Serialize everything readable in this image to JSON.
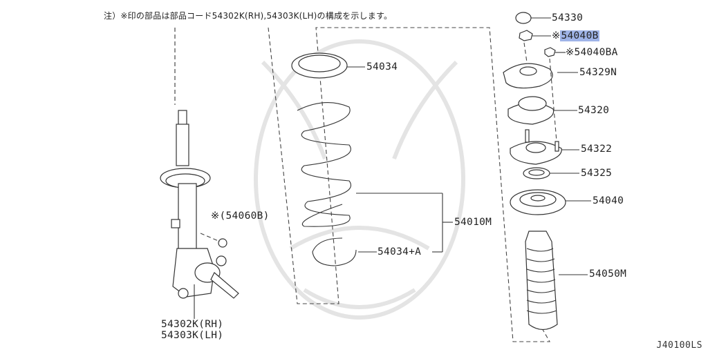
{
  "note": "注）※印の部品は部品コード54302K(RH),54303K(LH)の構成を示します。",
  "parts": {
    "p54330": "54330",
    "p54040b_prefix": "※",
    "p54040b": "54040B",
    "p54040ba": "※54040BA",
    "p54329n": "54329N",
    "p54320": "54320",
    "p54322": "54322",
    "p54325": "54325",
    "p54040": "54040",
    "p54050m": "54050M",
    "p54034": "54034",
    "p54010m": "54010M",
    "p54034a": "54034+A",
    "p54060b": "※(54060B)",
    "p54302k": "54302K(RH)",
    "p54303k": "54303K(LH)"
  },
  "diagram_id": "J40100LS",
  "colors": {
    "highlight": "#9fb4e8",
    "line": "#333333",
    "watermark": "#e4e4e4"
  }
}
